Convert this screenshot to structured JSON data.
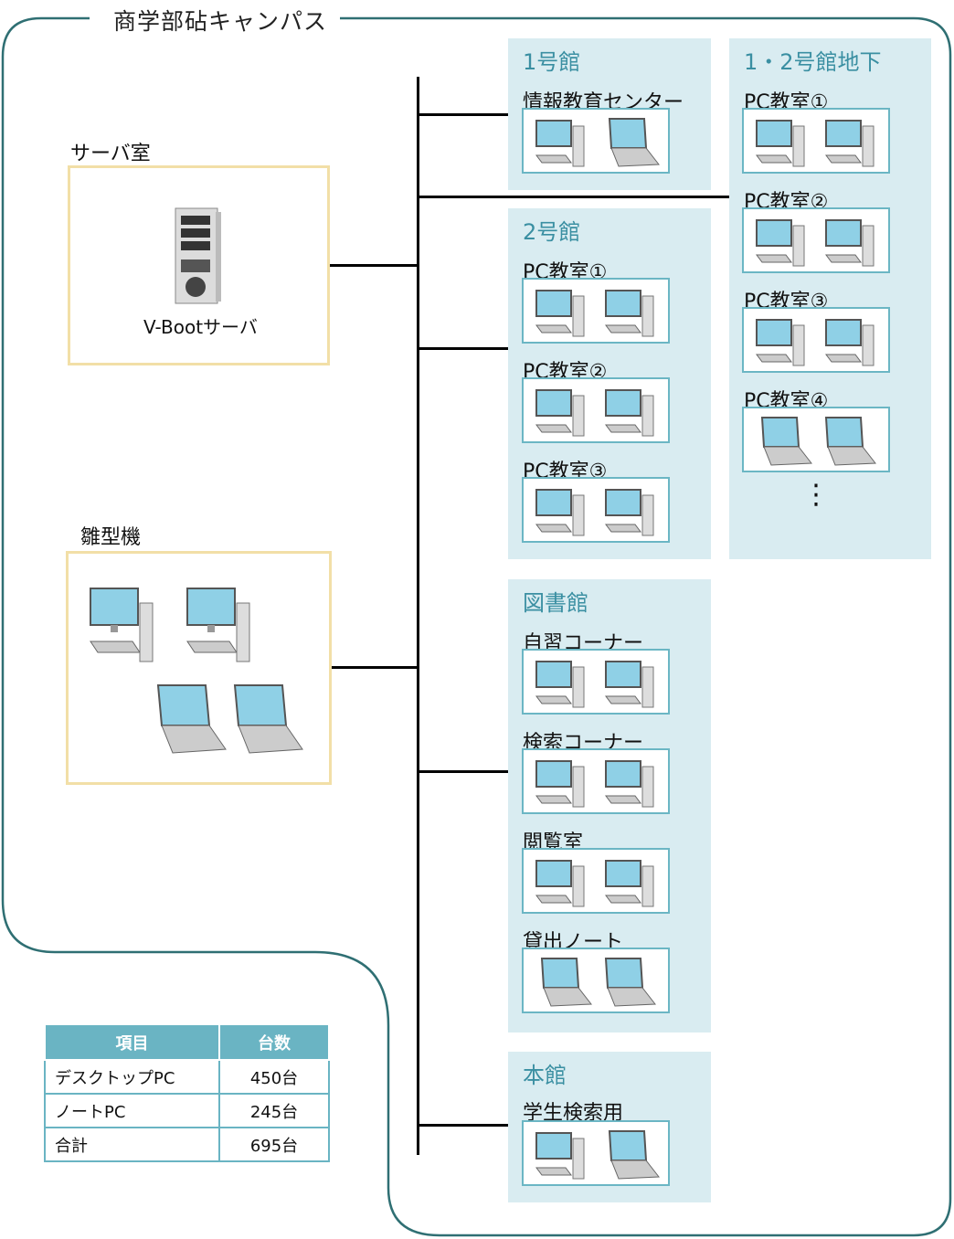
{
  "campus": {
    "title": "商学部砧キャンパス"
  },
  "server_room": {
    "label": "サーバ室",
    "server_label": "V-Bootサーバ"
  },
  "models_room": {
    "label": "雛型機"
  },
  "buildings": {
    "b1": {
      "title": "1号館",
      "rooms": [
        {
          "label": "情報教育センター"
        }
      ]
    },
    "b2": {
      "title": "2号館",
      "rooms": [
        {
          "label": "PC教室①"
        },
        {
          "label": "PC教室②"
        },
        {
          "label": "PC教室③"
        }
      ]
    },
    "b12": {
      "title": "1・2号館地下",
      "rooms": [
        {
          "label": "PC教室①"
        },
        {
          "label": "PC教室②"
        },
        {
          "label": "PC教室③"
        },
        {
          "label": "PC教室④"
        }
      ],
      "more": "⋮"
    },
    "library": {
      "title": "図書館",
      "rooms": [
        {
          "label": "自習コーナー"
        },
        {
          "label": "検索コーナー"
        },
        {
          "label": "閲覧室"
        },
        {
          "label": "貸出ノート"
        }
      ]
    },
    "main": {
      "title": "本館",
      "rooms": [
        {
          "label": "学生検索用"
        }
      ]
    }
  },
  "summary_table": {
    "headers": [
      "項目",
      "台数"
    ],
    "rows": [
      [
        "デスクトップPC",
        "450台"
      ],
      [
        "ノートPC",
        "245台"
      ],
      [
        "合計",
        "695台"
      ]
    ]
  },
  "colors": {
    "border": "#2f6f73",
    "building_bg": "#d9ecf1",
    "room_border": "#6bb6c4",
    "tan_border": "#f2dfa7",
    "table_header": "#6ab4c3",
    "title": "#3a8fa2"
  }
}
